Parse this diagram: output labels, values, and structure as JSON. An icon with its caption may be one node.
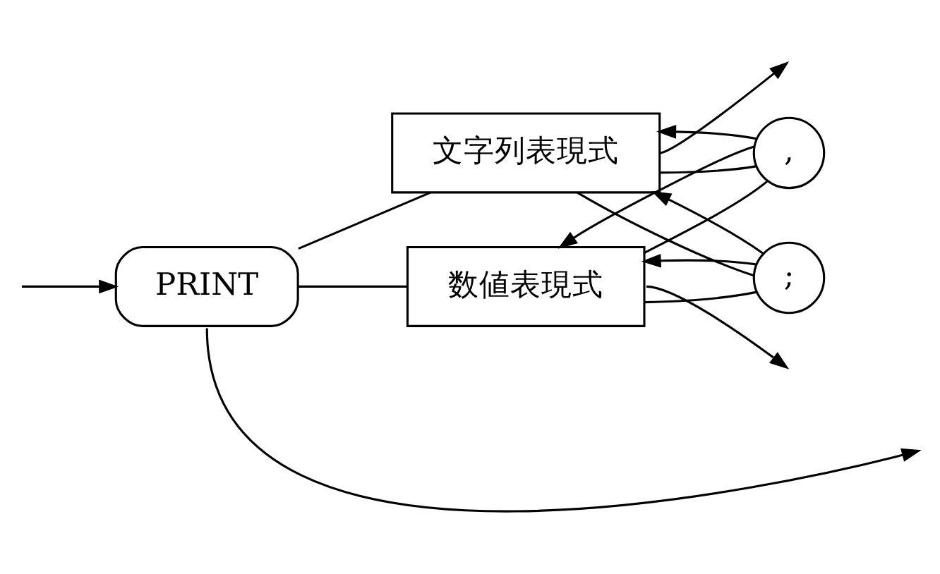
{
  "diagram": {
    "nodes": [
      {
        "text": [
          "PRINT"
        ]
      },
      {
        "text": [
          "数値表現式"
        ]
      },
      {
        "text": [
          "文字列表現式"
        ]
      },
      {
        "text": [
          ","
        ]
      },
      {
        "text": [
          ";"
        ]
      }
    ],
    "edges": [
      {
        "from": 0,
        "to": null,
        "arrow": "to"
      },
      {
        "from": null,
        "to": 0,
        "arrow": "to"
      },
      {
        "from": 0,
        "to": 1,
        "arrow": "none"
      },
      {
        "from": 0,
        "to": 2,
        "arrow": "none"
      },
      {
        "from": 1,
        "to": null,
        "arrow": "to"
      },
      {
        "from": 2,
        "to": null,
        "arrow": "to"
      },
      {
        "from": 1,
        "to": 3,
        "arrow": "none"
      },
      {
        "from": 1,
        "to": 4,
        "arrow": "none"
      },
      {
        "from": 2,
        "to": 3,
        "arrow": "none"
      },
      {
        "from": 2,
        "to": 4,
        "arrow": "none"
      },
      {
        "from": 3,
        "to": 1,
        "arrow": "to"
      },
      {
        "from": 3,
        "to": 2,
        "arrow": "to"
      },
      {
        "from": 4,
        "to": 1,
        "arrow": "to"
      },
      {
        "from": 4,
        "to": 2,
        "arrow": "to"
      }
    ]
  }
}
